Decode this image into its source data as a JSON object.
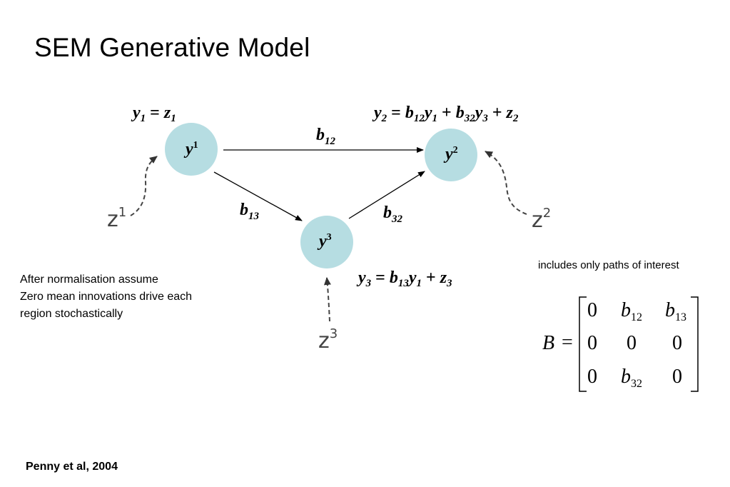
{
  "title": "SEM Generative Model",
  "nodes": {
    "y1": {
      "base": "y",
      "sup": "1"
    },
    "y2": {
      "base": "y",
      "sup": "2"
    },
    "y3": {
      "base": "y",
      "sup": "3"
    }
  },
  "edges": {
    "b12": {
      "base": "b",
      "sub": "12"
    },
    "b13": {
      "base": "b",
      "sub": "13"
    },
    "b32": {
      "base": "b",
      "sub": "32"
    }
  },
  "innovations": {
    "z1": {
      "base": "z",
      "sup": "1"
    },
    "z2": {
      "base": "z",
      "sup": "2"
    },
    "z3": {
      "base": "z",
      "sup": "3"
    }
  },
  "equations": {
    "eq1": {
      "lhs": "y",
      "lhs_sub": "1",
      "eq": " = ",
      "t1": "z",
      "t1_sub": "1"
    },
    "eq2": {
      "lhs": "y",
      "lhs_sub": "2",
      "eq": " = ",
      "c1": "b",
      "c1_sub": "12",
      "v1": "y",
      "v1_sub": "1",
      "plus1": " + ",
      "c2": "b",
      "c2_sub": "32",
      "v2": "y",
      "v2_sub": "3",
      "plus2": " + ",
      "t": "z",
      "t_sub": "2"
    },
    "eq3": {
      "lhs": "y",
      "lhs_sub": "3",
      "eq": " = ",
      "c1": "b",
      "c1_sub": "13",
      "v1": "y",
      "v1_sub": "1",
      "plus1": " + ",
      "t": "z",
      "t_sub": "3"
    }
  },
  "note_lines": [
    "After normalisation assume",
    "Zero mean innovations drive each",
    "region stochastically"
  ],
  "paths_note": "includes only paths of interest",
  "matrix": {
    "name": "B",
    "equals": "=",
    "rows": [
      [
        {
          "base": "0",
          "sub": ""
        },
        {
          "base": "b",
          "sub": "12"
        },
        {
          "base": "b",
          "sub": "13"
        }
      ],
      [
        {
          "base": "0",
          "sub": ""
        },
        {
          "base": "0",
          "sub": ""
        },
        {
          "base": "0",
          "sub": ""
        }
      ],
      [
        {
          "base": "0",
          "sub": ""
        },
        {
          "base": "b",
          "sub": "32"
        },
        {
          "base": "0",
          "sub": ""
        }
      ]
    ]
  },
  "citation": "Penny et al, 2004",
  "colors": {
    "node_fill": "#b6dde2",
    "edge": "#000000",
    "innovation_arrow": "#444444"
  }
}
